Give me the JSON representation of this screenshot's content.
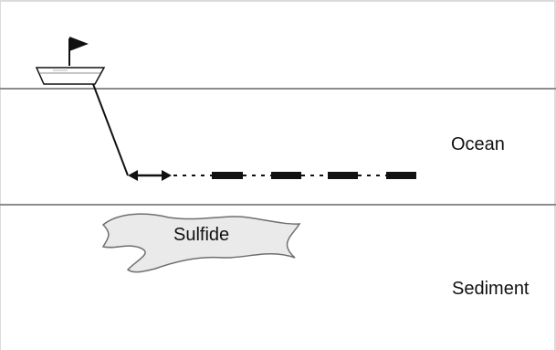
{
  "labels": {
    "ocean": "Ocean",
    "sediment": "Sediment",
    "sulfide": "Sulfide"
  },
  "colors": {
    "background": "#ffffff",
    "line": "#8c8c8c",
    "ink": "#111111",
    "sulfide_fill": "#eaeaea",
    "sulfide_stroke": "#6f6f6f"
  },
  "icons": {
    "flag": "flag-icon",
    "boat": "boat-icon",
    "arrow": "double-arrow-icon"
  }
}
